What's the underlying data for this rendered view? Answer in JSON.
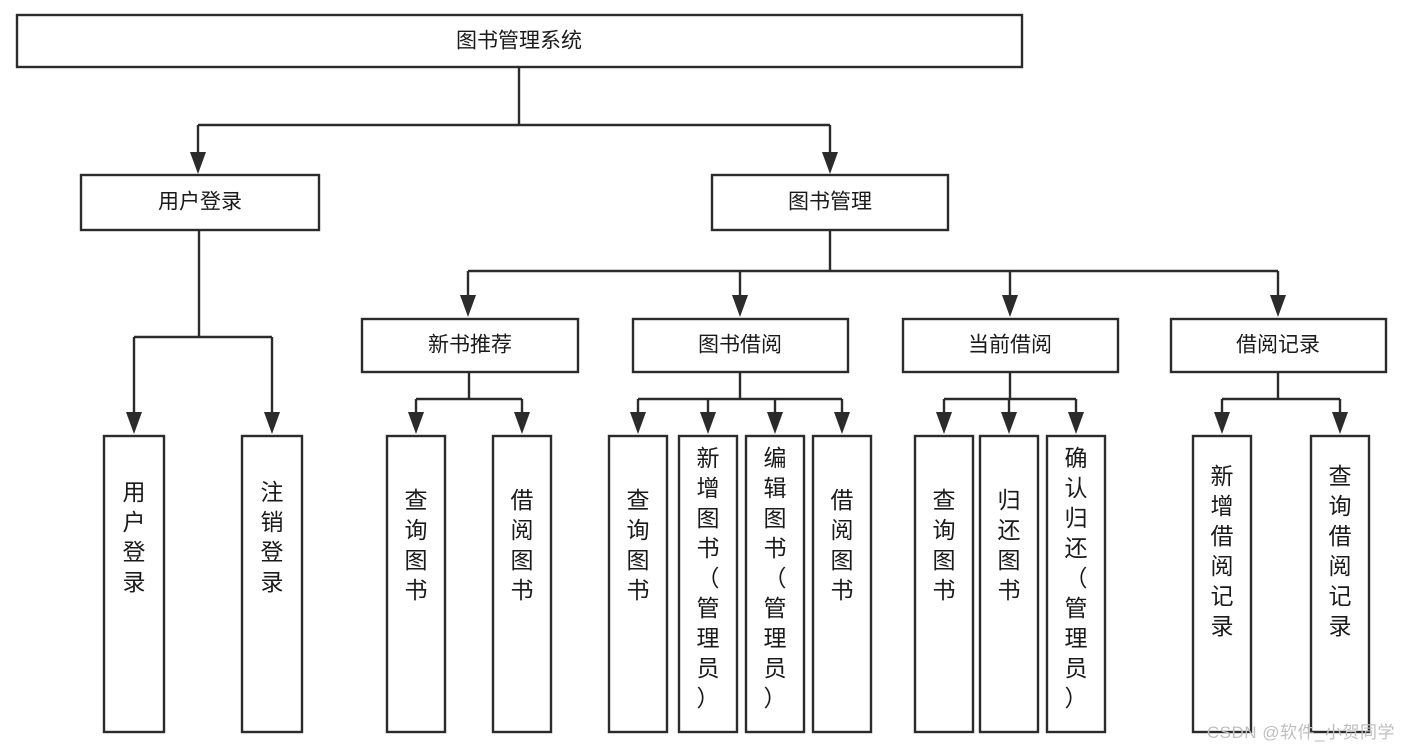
{
  "diagram": {
    "type": "tree-hierarchy",
    "title": "图书管理系统",
    "orientation": "top-down",
    "colors": {
      "box_fill": "#ffffff",
      "box_stroke": "#2b2b2b",
      "text": "#1a1a1a",
      "background": "#ffffff",
      "watermark": "#bfbfbf"
    },
    "root": {
      "label": "图书管理系统",
      "id": "root-system"
    },
    "level2": [
      {
        "id": "user-login",
        "label": "用户登录"
      },
      {
        "id": "book-management",
        "label": "图书管理"
      }
    ],
    "level3": [
      {
        "id": "new-book-recommend",
        "label": "新书推荐",
        "parent": "book-management"
      },
      {
        "id": "book-borrow",
        "label": "图书借阅",
        "parent": "book-management"
      },
      {
        "id": "current-borrow",
        "label": "当前借阅",
        "parent": "book-management"
      },
      {
        "id": "borrow-record",
        "label": "借阅记录",
        "parent": "book-management"
      }
    ],
    "leaves": {
      "user-login": [
        {
          "id": "leaf-user-login",
          "label": "用户登录"
        },
        {
          "id": "leaf-user-logout",
          "label": "注销登录"
        }
      ],
      "new-book-recommend": [
        {
          "id": "leaf-query-book-1",
          "label": "查询图书"
        },
        {
          "id": "leaf-borrow-book-1",
          "label": "借阅图书"
        }
      ],
      "book-borrow": [
        {
          "id": "leaf-query-book-2",
          "label": "查询图书"
        },
        {
          "id": "leaf-add-book",
          "label": "新增图书（管理员）"
        },
        {
          "id": "leaf-edit-book",
          "label": "编辑图书（管理员）"
        },
        {
          "id": "leaf-borrow-book-2",
          "label": "借阅图书"
        }
      ],
      "current-borrow": [
        {
          "id": "leaf-query-book-3",
          "label": "查询图书"
        },
        {
          "id": "leaf-return-book",
          "label": "归还图书"
        },
        {
          "id": "leaf-confirm-return",
          "label": "确认归还（管理员）"
        }
      ],
      "borrow-record": [
        {
          "id": "leaf-add-record",
          "label": "新增借阅记录"
        },
        {
          "id": "leaf-query-record",
          "label": "查询借阅记录"
        }
      ]
    }
  },
  "watermark": {
    "text": "CSDN @软件_小贺同学"
  }
}
